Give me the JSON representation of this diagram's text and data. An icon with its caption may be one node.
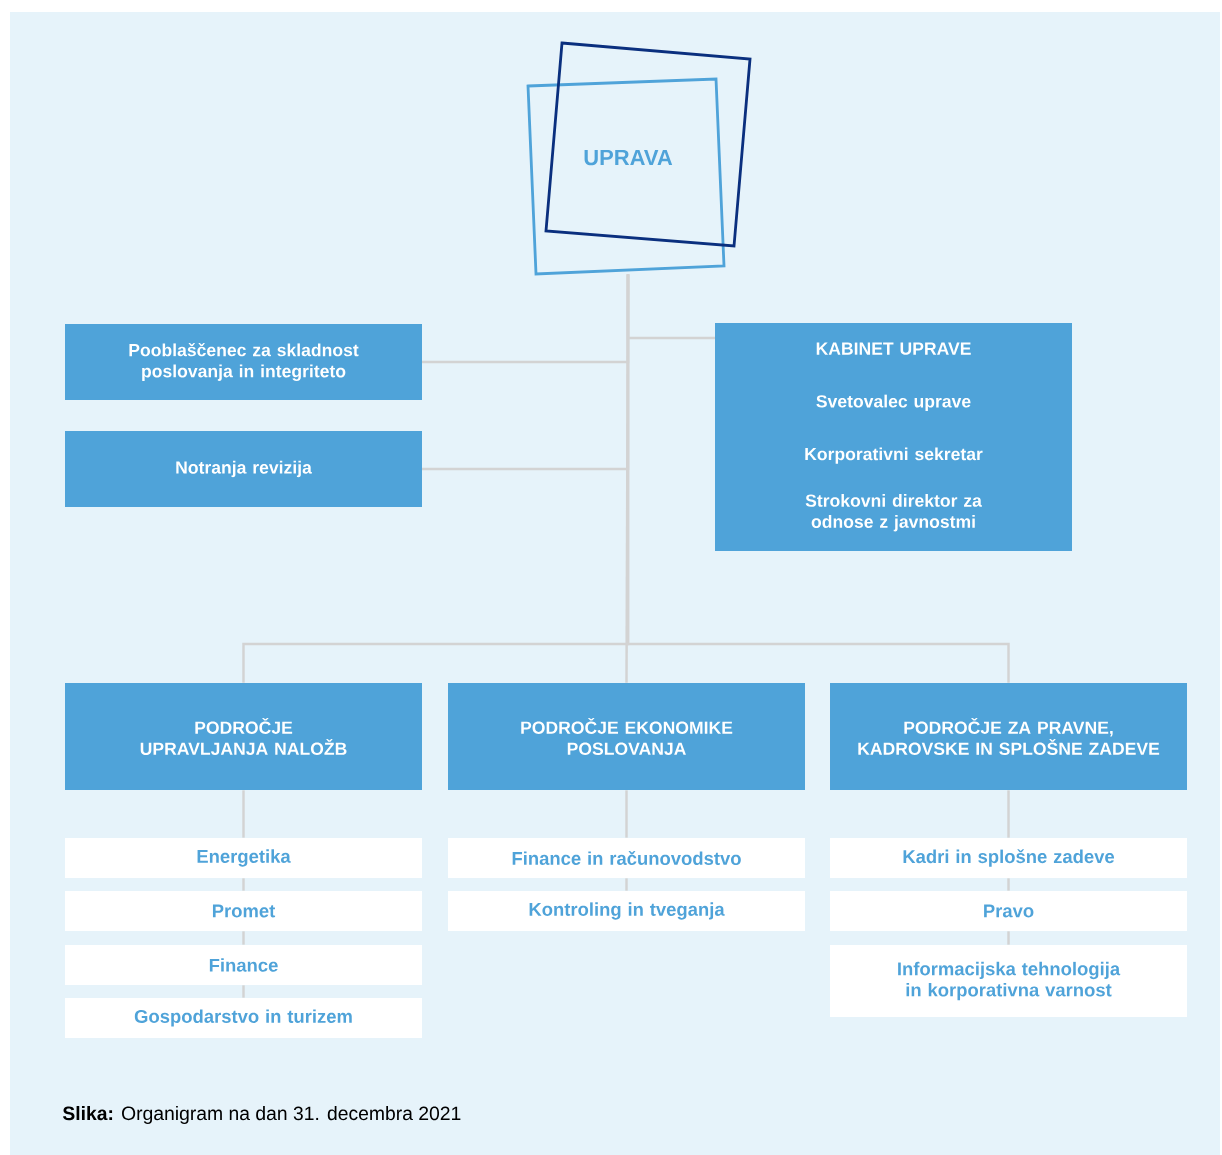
{
  "diagram": {
    "caption": "**Slika:** Organigram na dan 31. decembra 2021",
    "nodes": [
      {
        "text": [
          "UPRAVA"
        ]
      },
      {
        "text": [
          "Pooblaščenec za skladnost poslovanja in integriteto"
        ]
      },
      {
        "text": [
          "Notranja revizija"
        ]
      },
      {
        "text": [
          "KABINET UPRAVE",
          "Svetovalec uprave",
          "Korporativni sekretar",
          "Strokovni direktor za odnose z javnostmi"
        ]
      },
      {
        "text": [
          "PODROČJE UPRAVLJANJA NALOŽB"
        ]
      },
      {
        "text": [
          "PODROČJE EKONOMIKE POSLOVANJA"
        ]
      },
      {
        "text": [
          "PODROČJE ZA PRAVNE, KADROVSKE IN SPLOŠNE ZADEVE"
        ]
      },
      {
        "text": [
          "Energetika"
        ]
      },
      {
        "text": [
          "Promet"
        ]
      },
      {
        "text": [
          "Finance"
        ]
      },
      {
        "text": [
          "Gospodarstvo in turizem"
        ]
      },
      {
        "text": [
          "Finance in računovodstvo"
        ]
      },
      {
        "text": [
          "Kontroling in tveganja"
        ]
      },
      {
        "text": [
          "Kadri in splošne zadeve"
        ]
      },
      {
        "text": [
          "Pravo"
        ]
      },
      {
        "text": [
          "Informacijska tehnologija in korporativna varnost"
        ]
      }
    ],
    "edges": [
      {
        "from": 0,
        "to": 1,
        "arrow": "none"
      },
      {
        "from": 0,
        "to": 2,
        "arrow": "none"
      },
      {
        "from": 0,
        "to": 3,
        "arrow": "none"
      },
      {
        "from": 0,
        "to": 4,
        "arrow": "none"
      },
      {
        "from": 0,
        "to": 5,
        "arrow": "none"
      },
      {
        "from": 0,
        "to": 6,
        "arrow": "none"
      },
      {
        "from": 4,
        "to": 7,
        "arrow": "none"
      },
      {
        "from": 7,
        "to": 8,
        "arrow": "none"
      },
      {
        "from": 8,
        "to": 9,
        "arrow": "none"
      },
      {
        "from": 9,
        "to": 10,
        "arrow": "none"
      },
      {
        "from": 5,
        "to": 11,
        "arrow": "none"
      },
      {
        "from": 11,
        "to": 12,
        "arrow": "none"
      },
      {
        "from": 6,
        "to": 13,
        "arrow": "none"
      },
      {
        "from": 13,
        "to": 14,
        "arrow": "none"
      },
      {
        "from": 14,
        "to": 15,
        "arrow": "none"
      }
    ]
  }
}
